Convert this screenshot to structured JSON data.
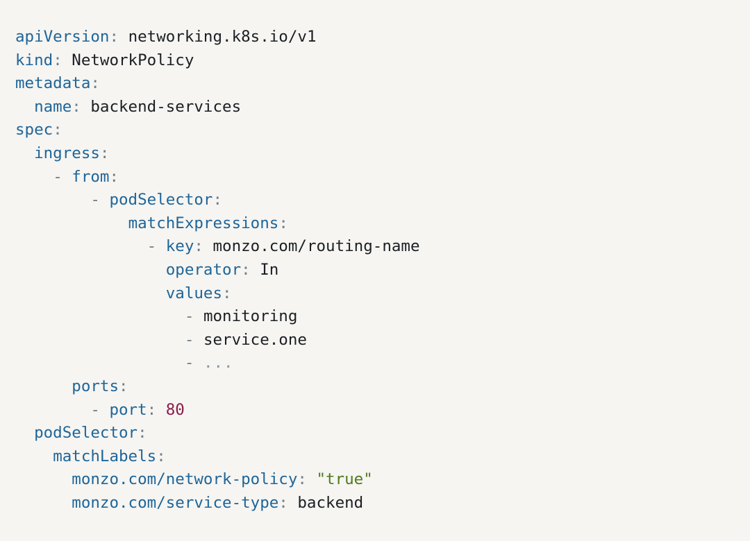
{
  "lines": [
    {
      "indent": 0,
      "key": "apiVersion",
      "value": "networking.k8s.io/v1"
    },
    {
      "indent": 0,
      "key": "kind",
      "value": "NetworkPolicy"
    },
    {
      "indent": 0,
      "key": "metadata"
    },
    {
      "indent": 2,
      "key": "name",
      "value": "backend-services"
    },
    {
      "indent": 0,
      "key": "spec"
    },
    {
      "indent": 2,
      "key": "ingress"
    },
    {
      "indent": 4,
      "dash": "-",
      "key": "from"
    },
    {
      "indent": 8,
      "dash": "-",
      "key": "podSelector"
    },
    {
      "indent": 12,
      "key": "matchExpressions"
    },
    {
      "indent": 14,
      "dash": "-",
      "key": "key",
      "value": "monzo.com/routing-name"
    },
    {
      "indent": 16,
      "key": "operator",
      "value": "In"
    },
    {
      "indent": 16,
      "key": "values"
    },
    {
      "indent": 18,
      "dash": "-",
      "value": "monitoring"
    },
    {
      "indent": 18,
      "dash": "-",
      "value": "service.one"
    },
    {
      "indent": 18,
      "dash": "-",
      "ellipsis": "..."
    },
    {
      "indent": 6,
      "key": "ports"
    },
    {
      "indent": 8,
      "dash": "-",
      "key": "port",
      "number": "80"
    },
    {
      "indent": 2,
      "key": "podSelector"
    },
    {
      "indent": 4,
      "key": "matchLabels"
    },
    {
      "indent": 6,
      "key": "monzo.com/network-policy",
      "string": "\"true\""
    },
    {
      "indent": 6,
      "key": "monzo.com/service-type",
      "value": "backend"
    }
  ],
  "colors": {
    "background": "#f6f5f2",
    "key": "#1f6598",
    "text": "#1b1f23",
    "number": "#8b1c4a",
    "string": "#4f7a1c",
    "punctuation": "#6f7d89"
  }
}
